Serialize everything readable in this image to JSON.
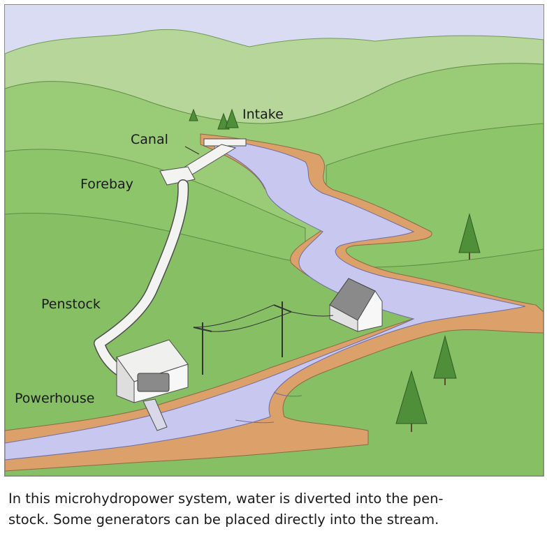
{
  "colors": {
    "sky": "#d9dcf2",
    "far_hills": "#b7d79a",
    "hills": "#8cc56a",
    "dark_hills": "#7ab55a",
    "water": "#c7c7ef",
    "bank": "#dca06a",
    "pipe": "#f3f3f1",
    "tree": "#4f8f3a",
    "outline": "#4d4d4d"
  },
  "labels": {
    "intake": "Intake",
    "canal": "Canal",
    "forebay": "Forebay",
    "penstock": "Penstock",
    "powerhouse": "Powerhouse"
  },
  "caption": {
    "line1": "In this microhydropower system, water is diverted into the pen-",
    "line2": "stock. Some generators can be placed directly into the stream."
  }
}
